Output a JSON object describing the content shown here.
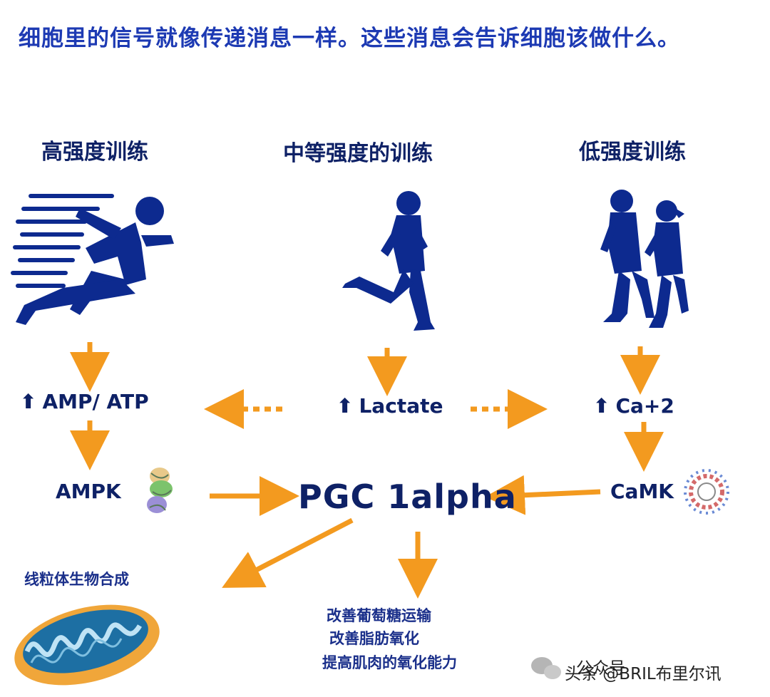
{
  "headline": "细胞里的信号就像传递消息一样。这些消息会告诉细胞该做什么。",
  "columns": {
    "high": "高强度训练",
    "moderate": "中等强度的训练",
    "low": "低强度训练"
  },
  "signals": {
    "up_arrow": "⬆",
    "amp_atp": "AMP/ ATP",
    "lactate": "Lactate",
    "ca": "Ca+2"
  },
  "kinases": {
    "ampk": "AMPK",
    "camk": "CaMK"
  },
  "hub": "PGC 1alpha",
  "outcomes": {
    "mito": "线粒体生物合成",
    "glucose": "改善葡萄糖运输",
    "fat": "改善脂肪氧化",
    "capacity": "提高肌肉的氧化能力"
  },
  "watermark": {
    "faint": "公众号",
    "main": "头条 @BRIL布里尔讯"
  },
  "colors": {
    "arrow": "#f39a1f",
    "silhouette": "#0d2a8f",
    "text": "#0e2166"
  }
}
